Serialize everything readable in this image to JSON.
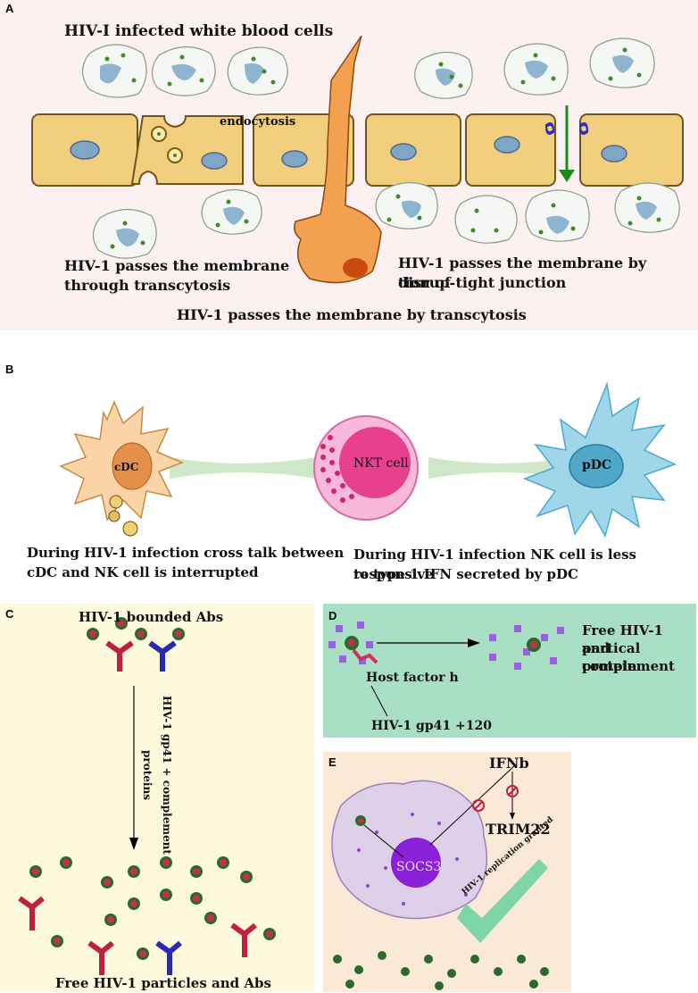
{
  "panel_a": {
    "label": "A",
    "title_infected": "HIV-I infected white blood cells",
    "endocytosis": "endocytosis",
    "transcytosis_left_1": "HIV-1 passes the membrane",
    "transcytosis_left_2": "through transcytosis",
    "tight_junction_1": "HIV-1 passes the membrane by disrup-",
    "tight_junction_2": "tion of tight junction",
    "bottom": "HIV-1 passes the membrane by transcytosis",
    "background_color": "#fcf0f0"
  },
  "panel_b": {
    "label": "B",
    "cdc": "cDC",
    "nkt": "NKT cell",
    "pdc": "pDC",
    "caption_left_1": "During HIV-1 infection cross talk between",
    "caption_left_2": "cDC and NK cell is interrupted",
    "caption_right_1": "During HIV-1 infection NK cell is less responsive",
    "caption_right_2": "to type 1 IFN secreted by pDC"
  },
  "panel_c": {
    "label": "C",
    "top": "HIV-1 bounded Abs",
    "arrow_label": "HIV-1 gp41 + complement proteins",
    "bottom": "Free HIV-1 particles and Abs",
    "background_color": "#fdf9dd"
  },
  "panel_d": {
    "label": "D",
    "right_1": "Free HIV-1 partical",
    "right_2": "and complement",
    "right_3": "protein",
    "host_factor": "Host factor h",
    "gp41": "HIV-1 gp41 +120",
    "background_color": "#a8dfc5"
  },
  "panel_e": {
    "label": "E",
    "ifnb": "IFNb",
    "trim22": "TRIM22",
    "socs3": "SOCS3",
    "check_label": "HIV-1 replication granted",
    "background_color": "#fbe9d8"
  }
}
